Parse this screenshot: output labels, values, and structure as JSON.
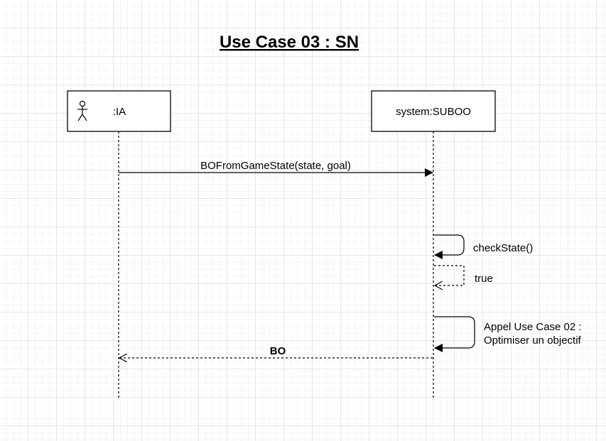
{
  "title": "Use Case 03 : SN",
  "participants": [
    {
      "label": ":IA",
      "icon": "actor-stick-figure-icon"
    },
    {
      "label": "system:SUBOO"
    }
  ],
  "messages": [
    {
      "label": "BOFromGameState(state, goal)",
      "kind": "call"
    },
    {
      "label": "checkState()",
      "kind": "self-call"
    },
    {
      "label": "true",
      "kind": "self-return"
    },
    {
      "label_line1": "Appel Use Case 02 :",
      "label_line2": "Optimiser un objectif",
      "kind": "self-call"
    },
    {
      "label": "BO",
      "kind": "return"
    }
  ],
  "colors": {
    "line": "#000000",
    "box_fill": "#ffffff",
    "grid": "#e6e6e6"
  }
}
